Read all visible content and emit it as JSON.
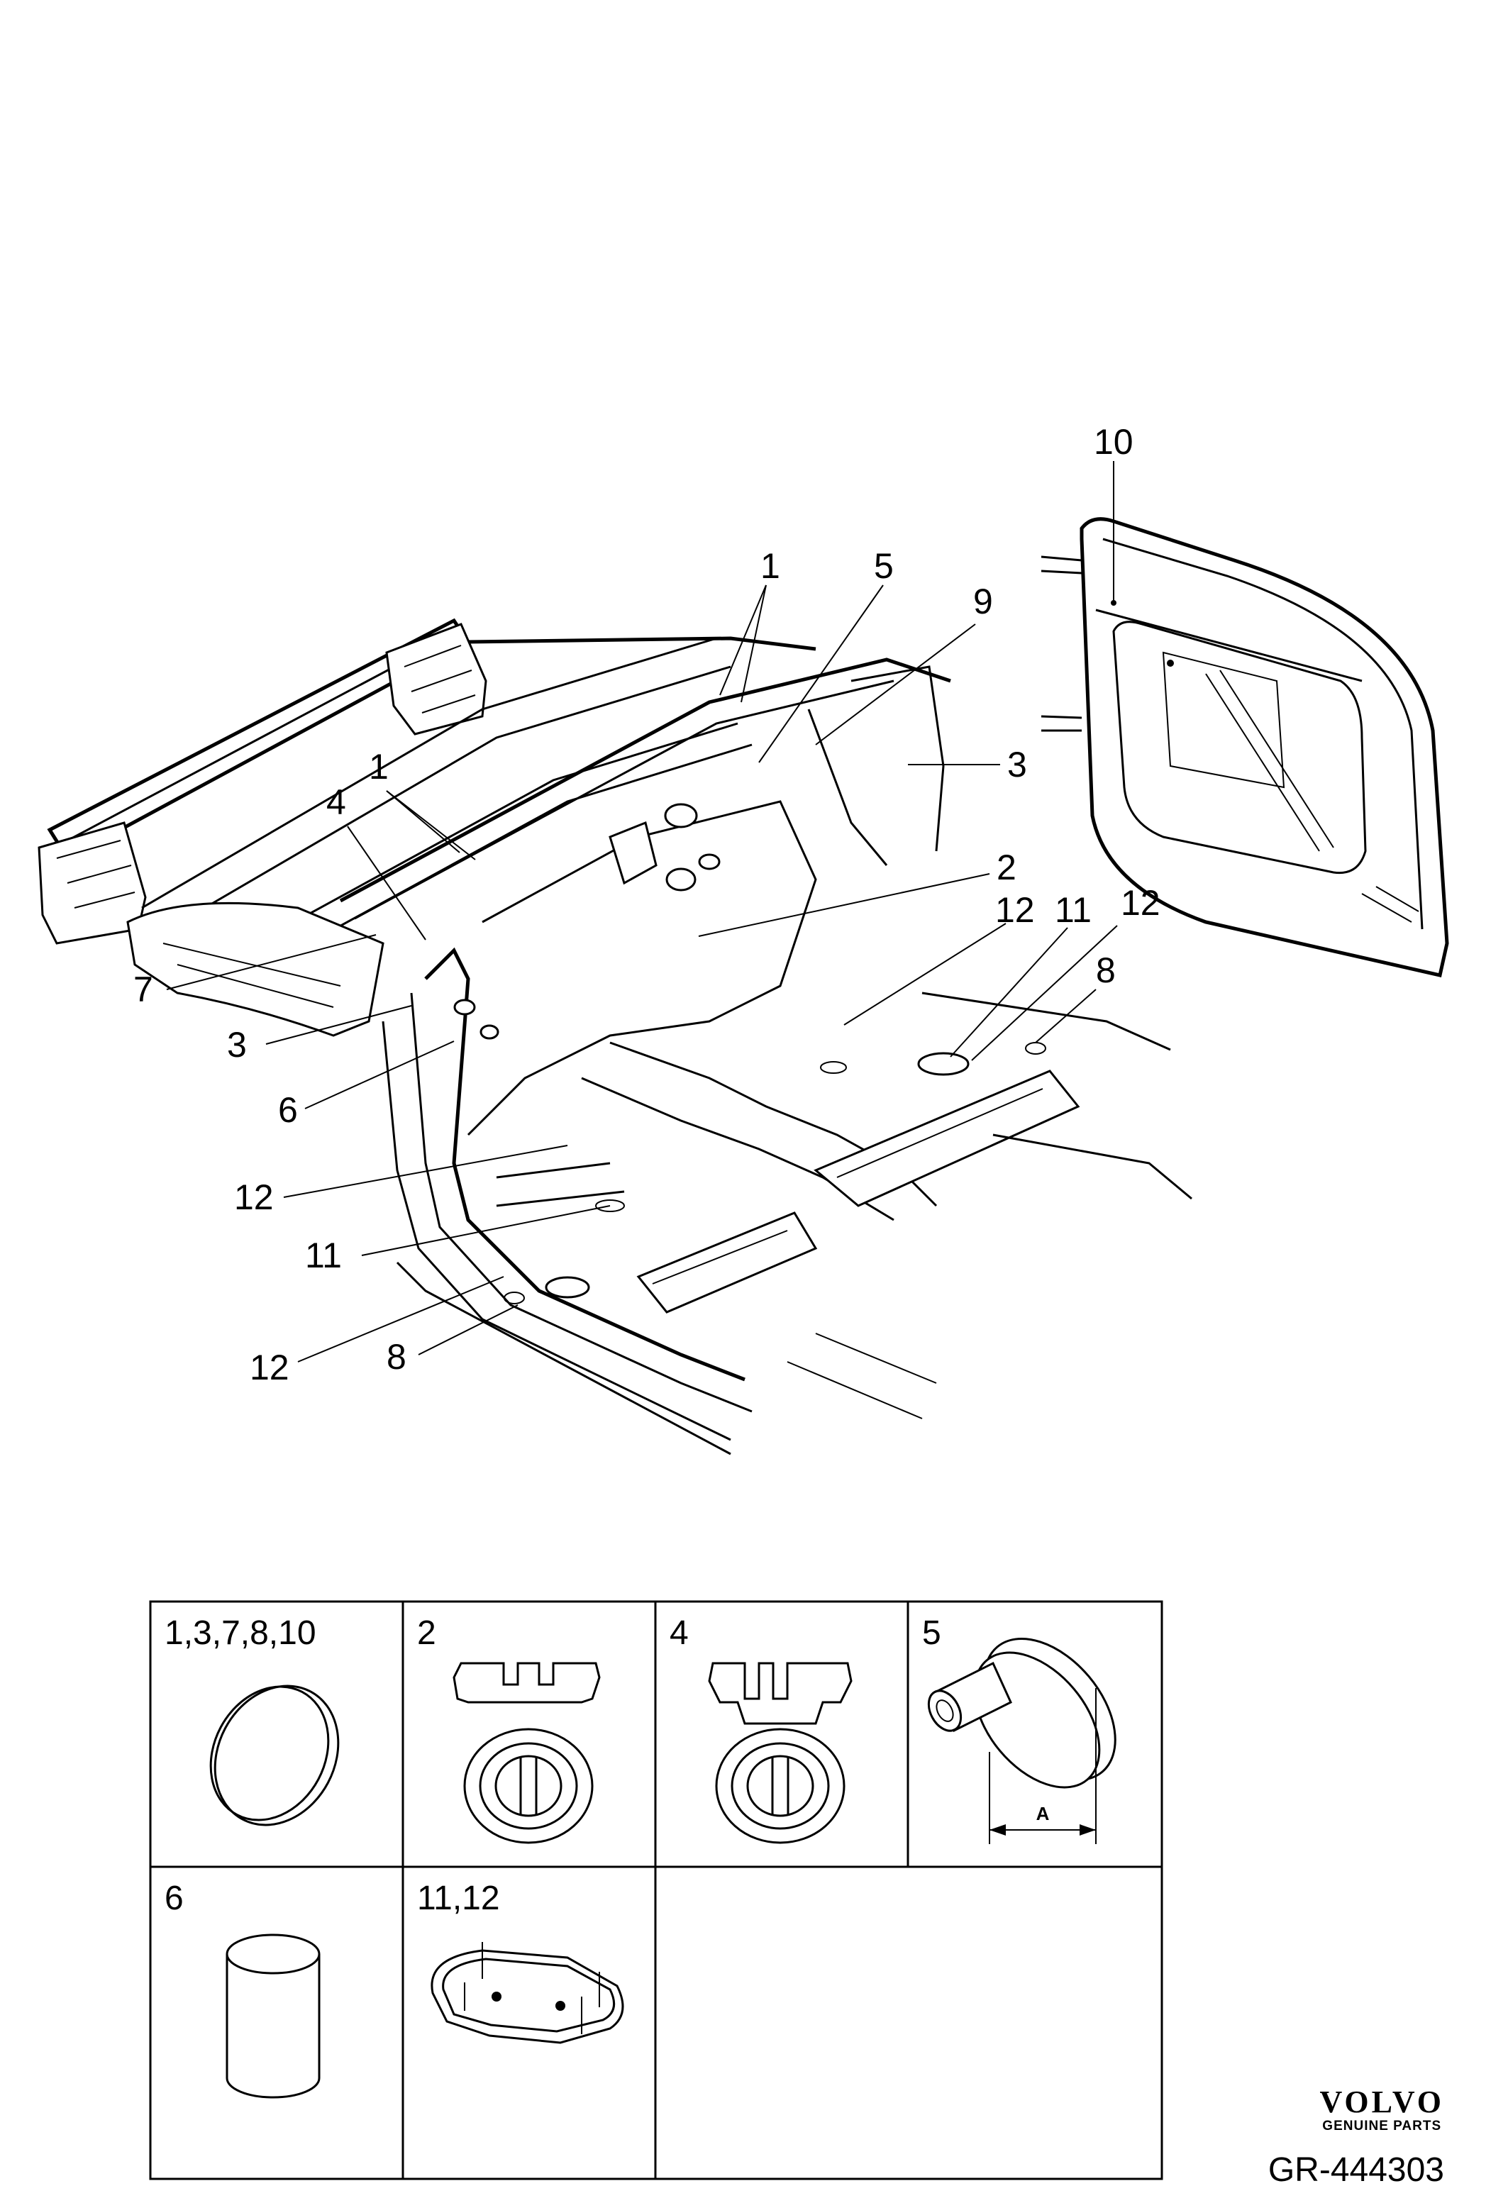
{
  "callouts": {
    "c10": "10",
    "c1a": "1",
    "c5": "5",
    "c9": "9",
    "c3r": "3",
    "c1b": "1",
    "c4": "4",
    "c2": "2",
    "c12a": "12",
    "c11a": "11",
    "c12b": "12",
    "c8a": "8",
    "c7": "7",
    "c3l": "3",
    "c6": "6",
    "c12c": "12",
    "c11b": "11",
    "c12d": "12",
    "c8b": "8"
  },
  "legend": {
    "cells": [
      {
        "label": "1,3,7,8,10",
        "icon": "round-plug-icon"
      },
      {
        "label": "2",
        "icon": "oval-grommet-icon"
      },
      {
        "label": "4",
        "icon": "oval-grommet-icon"
      },
      {
        "label": "5",
        "icon": "cable-grommet-icon"
      },
      {
        "label": "6",
        "icon": "cylinder-plug-icon"
      },
      {
        "label": "11,12",
        "icon": "oval-floor-plug-icon"
      }
    ],
    "dimension_label": "A"
  },
  "brand": {
    "name": "VOLVO",
    "tagline": "GENUINE PARTS"
  },
  "figure_id": "GR-444303"
}
